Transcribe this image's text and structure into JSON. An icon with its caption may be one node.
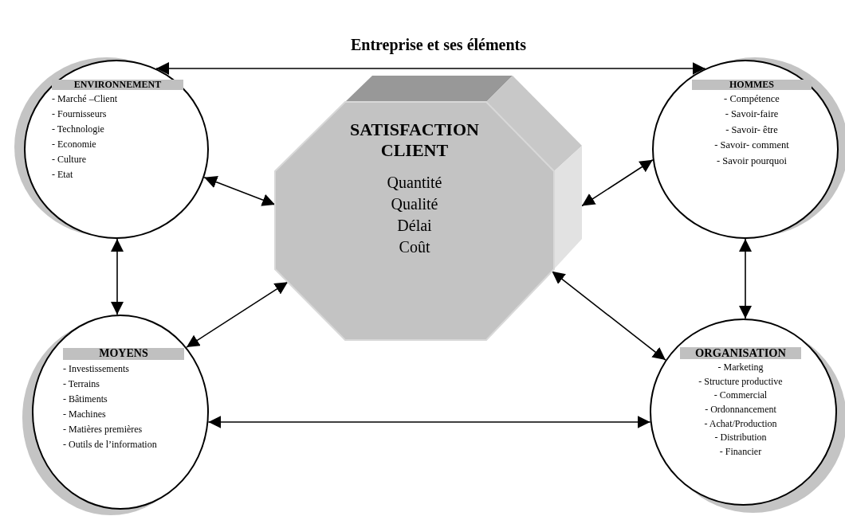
{
  "diagram": {
    "title": "Entreprise et ses éléments",
    "nodes": [
      {
        "text": [
          "ENVIRONNEMENT",
          "- Marché –Client",
          "- Fournisseurs",
          "- Technologie",
          "- Economie",
          "- Culture",
          "- Etat"
        ]
      },
      {
        "text": [
          "HOMMES",
          "- Compétence",
          "- Savoir-faire",
          "- Savoir- être",
          "- Savoir- comment",
          "- Savoir pourquoi"
        ]
      },
      {
        "text": [
          "SATISFACTION CLIENT",
          "Quantité",
          "Qualité",
          "Délai",
          "Coût"
        ]
      },
      {
        "text": [
          "MOYENS",
          "- Investissements",
          "- Terrains",
          "- Bâtiments",
          "- Machines",
          "- Matières premières",
          "- Outils de l’information"
        ]
      },
      {
        "text": [
          "ORGANISATION",
          "- Marketing",
          "- Structure productive",
          "- Commercial",
          "- Ordonnancement",
          "- Achat/Production",
          "- Distribution",
          "- Financier"
        ]
      }
    ],
    "edges": [
      {
        "from": 0,
        "to": 1,
        "arrow": "both"
      },
      {
        "from": 0,
        "to": 2,
        "arrow": "both"
      },
      {
        "from": 1,
        "to": 2,
        "arrow": "both"
      },
      {
        "from": 0,
        "to": 3,
        "arrow": "both"
      },
      {
        "from": 1,
        "to": 4,
        "arrow": "both"
      },
      {
        "from": 3,
        "to": 2,
        "arrow": "both"
      },
      {
        "from": 2,
        "to": 4,
        "arrow": "both"
      },
      {
        "from": 3,
        "to": 4,
        "arrow": "both"
      }
    ]
  }
}
